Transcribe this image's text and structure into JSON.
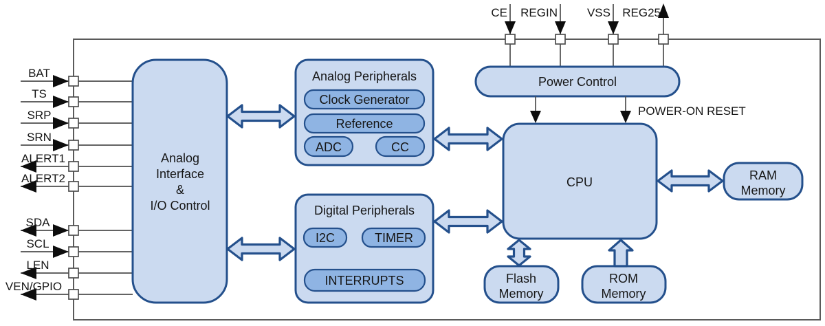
{
  "diagram": {
    "title_hint": "IC block diagram",
    "colors": {
      "block_fill": "#cbdaf0",
      "sub_fill": "#8fb4e3",
      "border": "#24508c",
      "wire": "#4d4d4d",
      "arrowhead": "#0d0d0d",
      "boundary": "#5a5a5a",
      "text": "#161616"
    },
    "pins_left": [
      {
        "label": "BAT",
        "direction": "in"
      },
      {
        "label": "TS",
        "direction": "in"
      },
      {
        "label": "SRP",
        "direction": "in"
      },
      {
        "label": "SRN",
        "direction": "in"
      },
      {
        "label": "ALERT1",
        "direction": "out"
      },
      {
        "label": "ALERT2",
        "direction": "out"
      },
      {
        "label": "SDA",
        "direction": "bidirectional"
      },
      {
        "label": "SCL",
        "direction": "in"
      },
      {
        "label": "LEN",
        "direction": "out"
      },
      {
        "label": "VEN/GPIO",
        "direction": "out"
      }
    ],
    "pins_top": [
      {
        "label": "CE",
        "direction": "in"
      },
      {
        "label": "REGIN",
        "direction": "in"
      },
      {
        "label": "VSS",
        "direction": "in"
      },
      {
        "label": "REG25",
        "direction": "out"
      }
    ],
    "blocks": {
      "analog_interface": {
        "lines": [
          "Analog",
          "Interface",
          "&",
          "I/O Control"
        ]
      },
      "analog_peripherals": {
        "title": "Analog Peripherals",
        "sub": [
          "Clock Generator",
          "Reference",
          "ADC",
          "CC"
        ]
      },
      "digital_peripherals": {
        "title": "Digital Peripherals",
        "sub": [
          "I2C",
          "TIMER",
          "INTERRUPTS"
        ]
      },
      "power_control": {
        "title": "Power Control"
      },
      "cpu": {
        "title": "CPU"
      },
      "ram": {
        "lines": [
          "RAM",
          "Memory"
        ]
      },
      "flash": {
        "lines": [
          "Flash",
          "Memory"
        ]
      },
      "rom": {
        "lines": [
          "ROM",
          "Memory"
        ]
      }
    },
    "annotations": {
      "power_on_reset": "POWER-ON RESET"
    }
  }
}
